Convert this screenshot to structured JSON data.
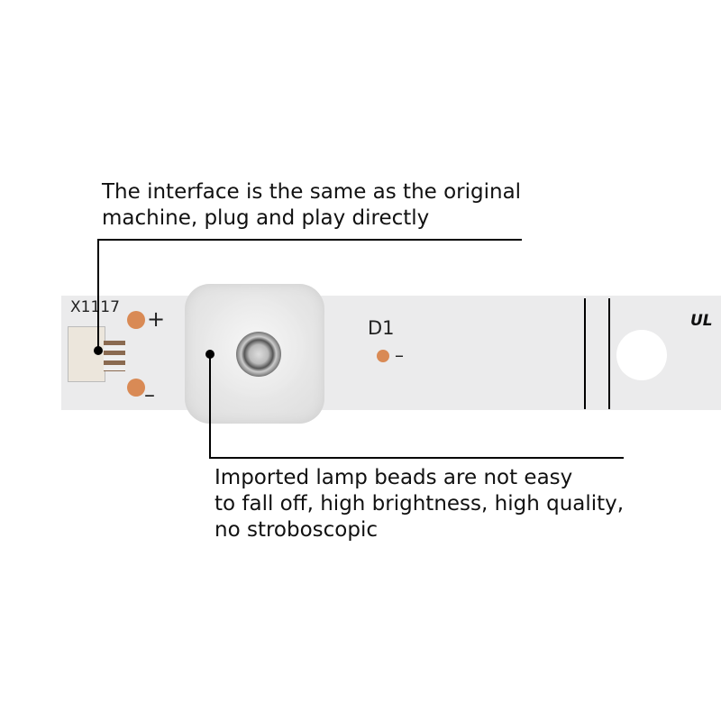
{
  "callouts": [
    {
      "lines": [
        "The interface is the same as the original",
        "machine, plug and play directly"
      ]
    },
    {
      "lines": [
        "Imported lamp beads are not easy",
        "to fall off, high brightness, high quality,",
        "no stroboscopic"
      ]
    }
  ],
  "pcb": {
    "connector_label": "X1117",
    "plus": "+",
    "minus": "–",
    "led_label": "D1",
    "led_minus": "–",
    "cert_mark": "UL"
  },
  "colors": {
    "pad": "#d98a55",
    "strip": "#ebebec"
  }
}
